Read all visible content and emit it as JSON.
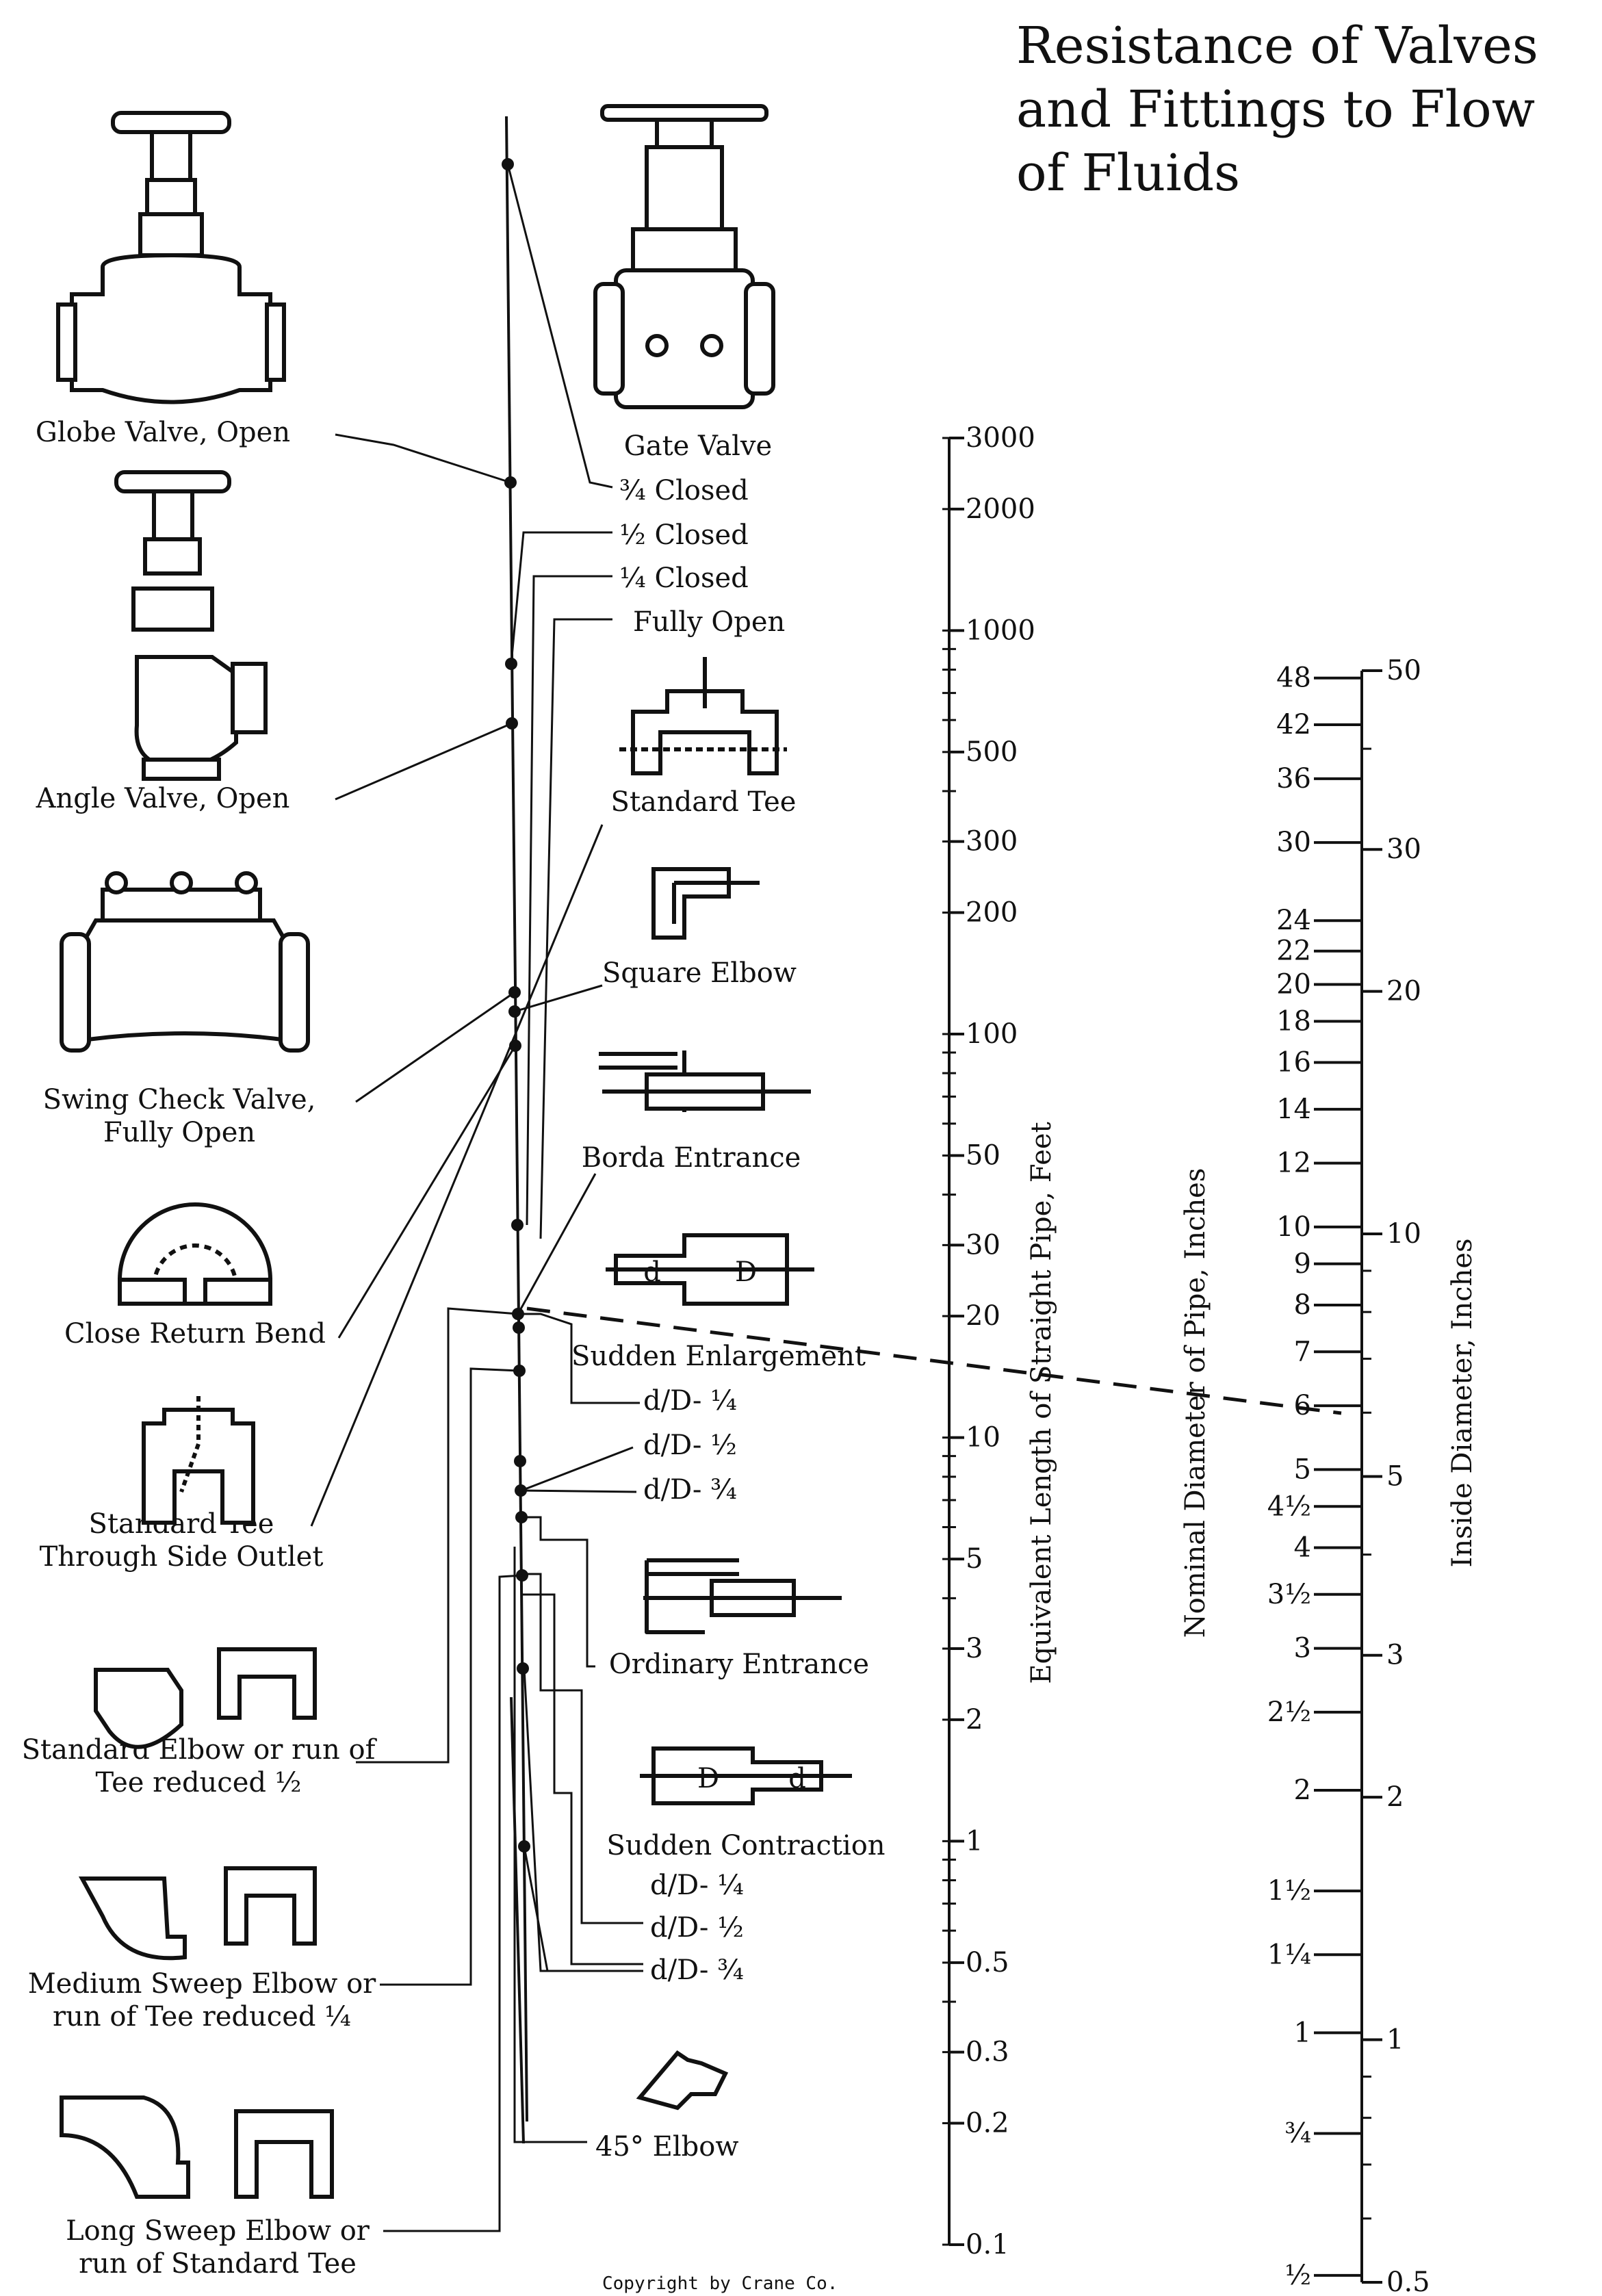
{
  "title": [
    "Resistance of Valves",
    "and Fittings to Flow",
    "of Fluids"
  ],
  "left_labels": {
    "globe_valve": "Globe Valve, Open",
    "angle_valve": "Angle Valve, Open",
    "swing_check": [
      "Swing Check Valve,",
      "Fully Open"
    ],
    "close_return": "Close Return Bend",
    "std_tee_side": [
      "Standard Tee",
      "Through Side Outlet"
    ],
    "std_elbow": [
      "Standard Elbow or run of",
      "Tee reduced ½"
    ],
    "medium_sweep": [
      "Medium Sweep Elbow or",
      "run of Tee reduced ¼"
    ],
    "long_sweep": [
      "Long Sweep Elbow or",
      "run of Standard Tee"
    ]
  },
  "right_labels": {
    "gate_valve": "Gate Valve",
    "gate_3_4": "¾ Closed",
    "gate_1_2": "½ Closed",
    "gate_1_4": "¼ Closed",
    "gate_full": "Fully Open",
    "standard_tee": "Standard Tee",
    "square_elbow": "Square Elbow",
    "borda": "Borda Entrance",
    "sudden_enlargement": "Sudden Enlargement",
    "enl_1_4": "d/D- ¼",
    "enl_1_2": "d/D- ½",
    "enl_3_4": "d/D- ¾",
    "ordinary_entrance": "Ordinary Entrance",
    "sudden_contraction": "Sudden Contraction",
    "con_1_4": "d/D- ¼",
    "con_1_2": "d/D- ½",
    "con_3_4": "d/D- ¾",
    "elbow_45": "45° Elbow"
  },
  "icon_text": {
    "d": "d",
    "D": "D"
  },
  "equivalent_length_scale": {
    "title": "Equivalent Length of Straight Pipe, Feet",
    "ticks": [
      "3000",
      "2000",
      "1000",
      "500",
      "300",
      "200",
      "100",
      "50",
      "30",
      "20",
      "10",
      "5",
      "3",
      "2",
      "1",
      "0.5",
      "0.3",
      "0.2",
      "0.1"
    ]
  },
  "nominal_diameter_scale": {
    "title": "Nominal Diameter of Pipe, Inches",
    "ticks": [
      "48",
      "42",
      "36",
      "30",
      "24",
      "22",
      "20",
      "18",
      "16",
      "14",
      "12",
      "10",
      "9",
      "8",
      "7",
      "6",
      "5",
      "4½",
      "4",
      "3½",
      "3",
      "2½",
      "2",
      "1½",
      "1¼",
      "1",
      "¾",
      "½"
    ]
  },
  "inside_diameter_scale": {
    "title": "Inside Diameter, Inches",
    "ticks": [
      "50",
      "30",
      "20",
      "10",
      "5",
      "3",
      "2",
      "1",
      "0.5"
    ]
  },
  "copyright": "Copyright by Crane Co.",
  "colors": {
    "ink": "#111111",
    "paper": "#ffffff"
  }
}
